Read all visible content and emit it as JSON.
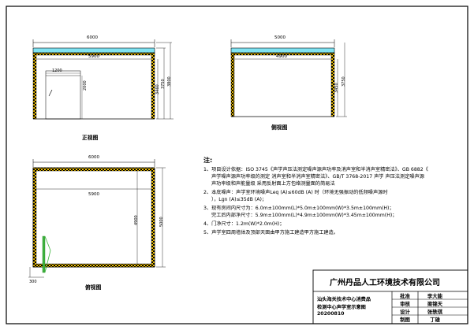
{
  "front_view": {
    "label": "正视图",
    "dim_outer_width": "6000",
    "dim_inner_width": "5900",
    "dim_height_inner": "3460",
    "dim_height_mid": "3750",
    "dim_height_outer": "3800",
    "dim_door_width": "1200",
    "dim_door_height": "2000"
  },
  "side_view": {
    "label": "侧视图",
    "dim_outer_width": "5000",
    "dim_inner_width": "4900",
    "dim_height_inner": "3450",
    "dim_height_outer": "3750"
  },
  "plan_view": {
    "label": "俯视图",
    "dim_outer_width": "6000",
    "dim_inner_width": "5900",
    "dim_inner_depth": "4900",
    "dim_outer_depth": "5000",
    "dim_offset": "300"
  },
  "notes": {
    "title": "注:",
    "lines": [
      "1、项目设计依据：ISO 3745《声学声压法测定噪声源声功率及消声室和半消声室精密法》、GB 6882《",
      "声学噪声源声功率级的测定 消声室和半消声室精密法》、GB/T 3768-2017 声学 声压法测定噪声源",
      "声功率级和声能量级 采用反射面上方包络测量面的简易法",
      "2、本底噪声：声学室环境噪声Leq (A)≤60dB (A) 时（环境无强振动的低频噪声源时",
      "），Lgn (A)≤35dB (A)；",
      "3、现有房间内尺寸为：6.0m±100mm(L)*5.0m±100mm(W)*3.5m±100mm(H)；",
      "完工后内部净尺寸：5.9m±100mm(L)*4.9m±100mm(W)*3.45m±100mm(H)；",
      "4、门净尺寸：1.2m(W)*2.0m(H)；",
      "5、声学室四周墙体及顶部天面由甲方施工建造甲方施工建造。"
    ]
  },
  "title_block": {
    "company": "广州丹品人工环境技术有限公司",
    "project_lines": [
      "汕头海关技术中心消费品",
      "检测中心声学室示意图",
      "20200810"
    ],
    "rows": [
      {
        "role": "批准",
        "name": "李大能"
      },
      {
        "role": "审核",
        "name": "梁锦天"
      },
      {
        "role": "设计",
        "name": "张轶琪"
      },
      {
        "role": "制图",
        "name": "丁雄"
      }
    ]
  },
  "colors": {
    "ceiling_fill": "#7fe3f2",
    "acoustic_wall": "#f0c000",
    "door": "#3fb53f",
    "line": "#000000"
  }
}
